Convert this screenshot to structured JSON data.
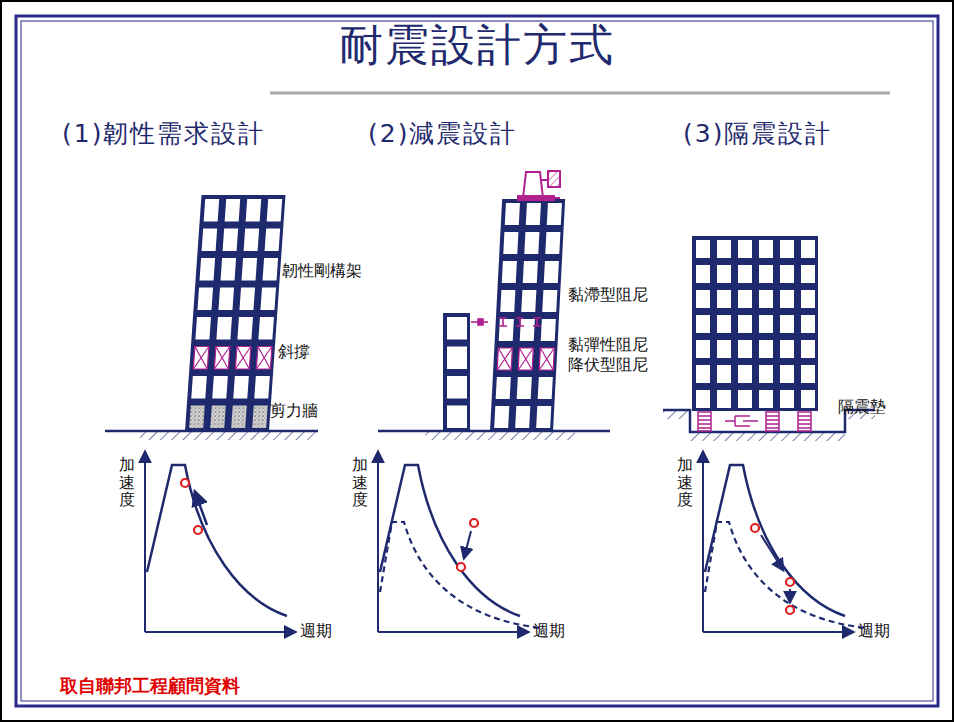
{
  "diagram": {
    "title": "耐震設計方式",
    "labels": [
      "(1)韌性需求設計",
      "(2)減震設計",
      "(3)隔震設計",
      "韌性剛構架",
      "斜撐",
      "剪力牆",
      "黏滯型阻尼",
      "黏彈性阻尼",
      "降伏型阻尼",
      "隔震墊",
      "加速度",
      "週期",
      "加速度",
      "週期",
      "加速度",
      "週期",
      "取自聯邦工程顧問資料"
    ]
  }
}
